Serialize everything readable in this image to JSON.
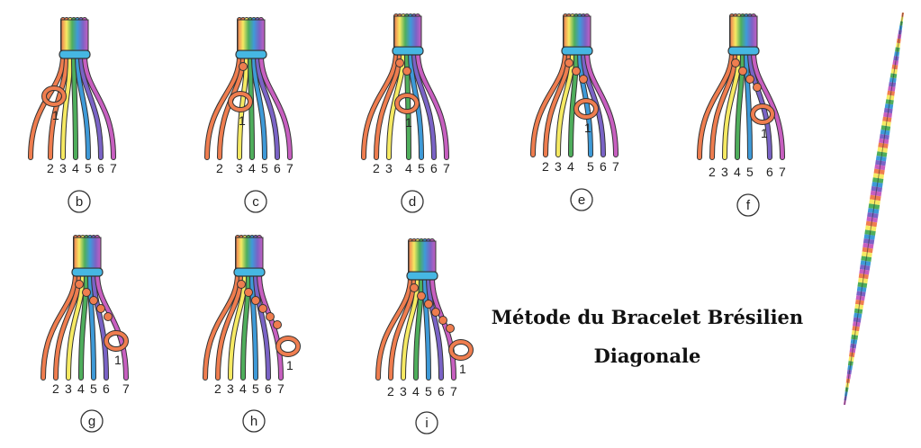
{
  "title": {
    "line1": "Métode du Bracelet Brésilien",
    "line2": "Diagonale"
  },
  "thread_colors": [
    "#ef7d4f",
    "#f6ea63",
    "#4fae5c",
    "#3e9ad8",
    "#7a63c6",
    "#c75fc0"
  ],
  "knot_color": "#ef7d4f",
  "binding_color": "#46b7e3",
  "steps": [
    {
      "label": "b",
      "numbers": [
        "1",
        "2",
        "3",
        "4",
        "5",
        "6",
        "7"
      ]
    },
    {
      "label": "c",
      "numbers": [
        "1",
        "2",
        "3",
        "4",
        "5",
        "6",
        "7"
      ]
    },
    {
      "label": "d",
      "numbers": [
        "1",
        "2",
        "3",
        "4",
        "5",
        "6",
        "7"
      ]
    },
    {
      "label": "e",
      "numbers": [
        "1",
        "2",
        "3",
        "4",
        "5",
        "6",
        "7"
      ]
    },
    {
      "label": "f",
      "numbers": [
        "1",
        "2",
        "3",
        "4",
        "5",
        "6",
        "7"
      ]
    },
    {
      "label": "g",
      "numbers": [
        "1",
        "2",
        "3",
        "4",
        "5",
        "6",
        "7"
      ]
    },
    {
      "label": "h",
      "numbers": [
        "1",
        "2",
        "3",
        "4",
        "5",
        "6",
        "7"
      ]
    },
    {
      "label": "i",
      "numbers": [
        "1",
        "2",
        "3",
        "4",
        "5",
        "6",
        "7"
      ]
    }
  ],
  "bracelet": {
    "stripe_colors": [
      "#ef7d4f",
      "#f6ea63",
      "#4fae5c",
      "#3e9ad8",
      "#7a63c6",
      "#c75fc0"
    ]
  }
}
